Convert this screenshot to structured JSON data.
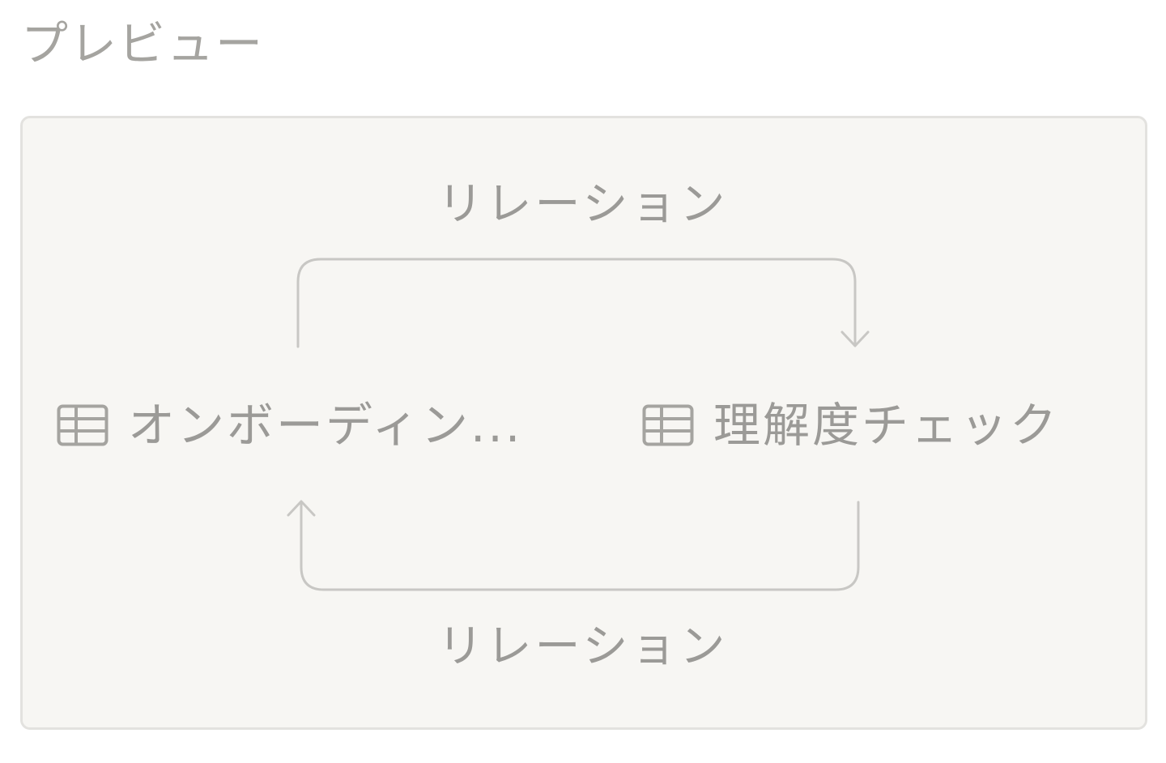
{
  "section": {
    "title": "プレビュー"
  },
  "diagram": {
    "relation_top_label": "リレーション",
    "relation_bottom_label": "リレーション",
    "source_db": {
      "name": "オンボーディン...",
      "icon": "table-icon"
    },
    "target_db": {
      "name": "理解度チェック",
      "icon": "table-icon"
    }
  },
  "colors": {
    "box_background": "#f7f6f3",
    "box_border": "#e3e2df",
    "text": "#9b9a97",
    "arrow": "#c8c7c4"
  }
}
